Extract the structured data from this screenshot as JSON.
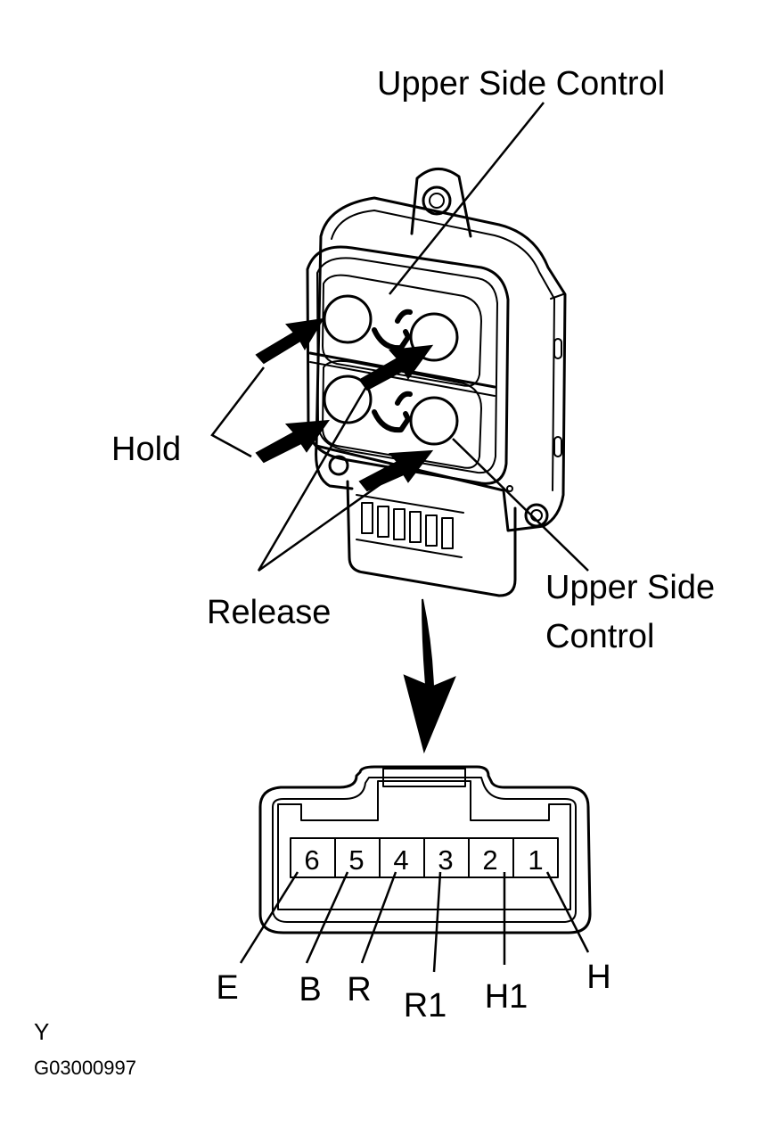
{
  "labels": {
    "upper_side_control_top": "Upper Side Control",
    "hold": "Hold",
    "release": "Release",
    "upper_side_control_right_line1": "Upper Side",
    "upper_side_control_right_line2": "Control"
  },
  "connector": {
    "pins": [
      {
        "number": "6",
        "terminal": "E"
      },
      {
        "number": "5",
        "terminal": "B"
      },
      {
        "number": "4",
        "terminal": "R"
      },
      {
        "number": "3",
        "terminal": "R1"
      },
      {
        "number": "2",
        "terminal": "H1"
      },
      {
        "number": "1",
        "terminal": "H"
      }
    ]
  },
  "footer": {
    "mark": "Y",
    "figure_code": "G03000997"
  },
  "colors": {
    "line": "#000000",
    "background": "#ffffff"
  }
}
